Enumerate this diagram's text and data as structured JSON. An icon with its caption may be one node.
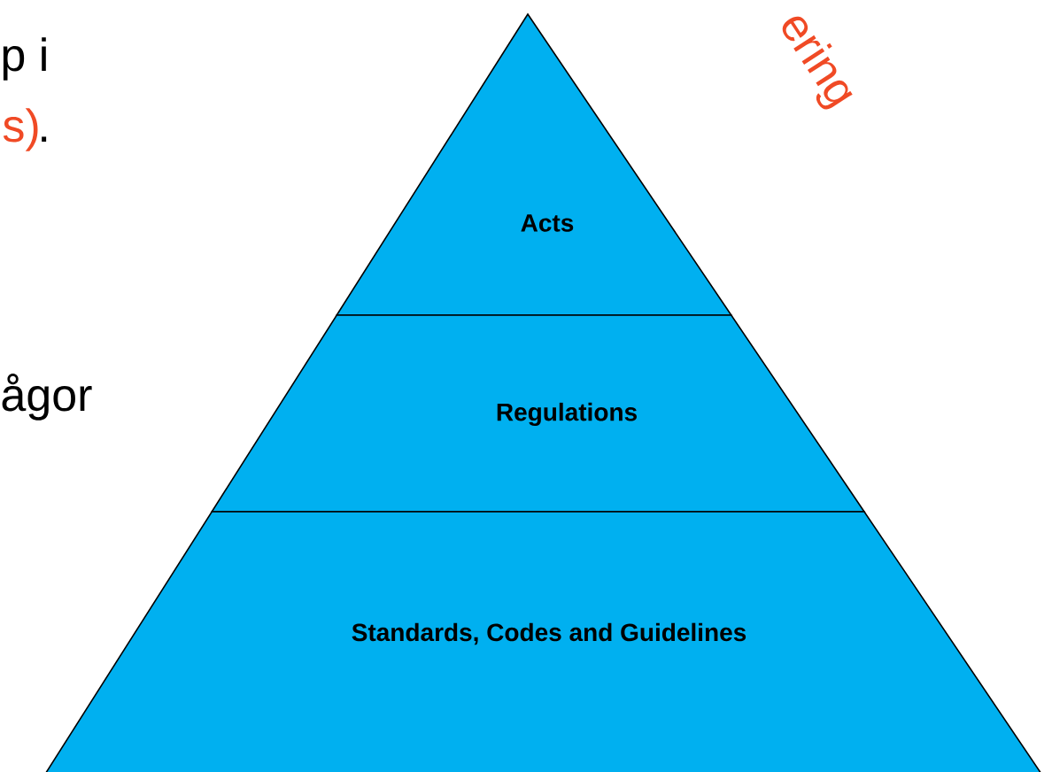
{
  "diagram": {
    "nodes": [
      {
        "text": [
          "Acts"
        ]
      },
      {
        "text": [
          "Regulations"
        ]
      },
      {
        "text": [
          "Standards, Codes and Guidelines"
        ]
      }
    ],
    "labels": [
      "p i",
      "s)",
      ".",
      "ågor",
      "ering"
    ]
  }
}
